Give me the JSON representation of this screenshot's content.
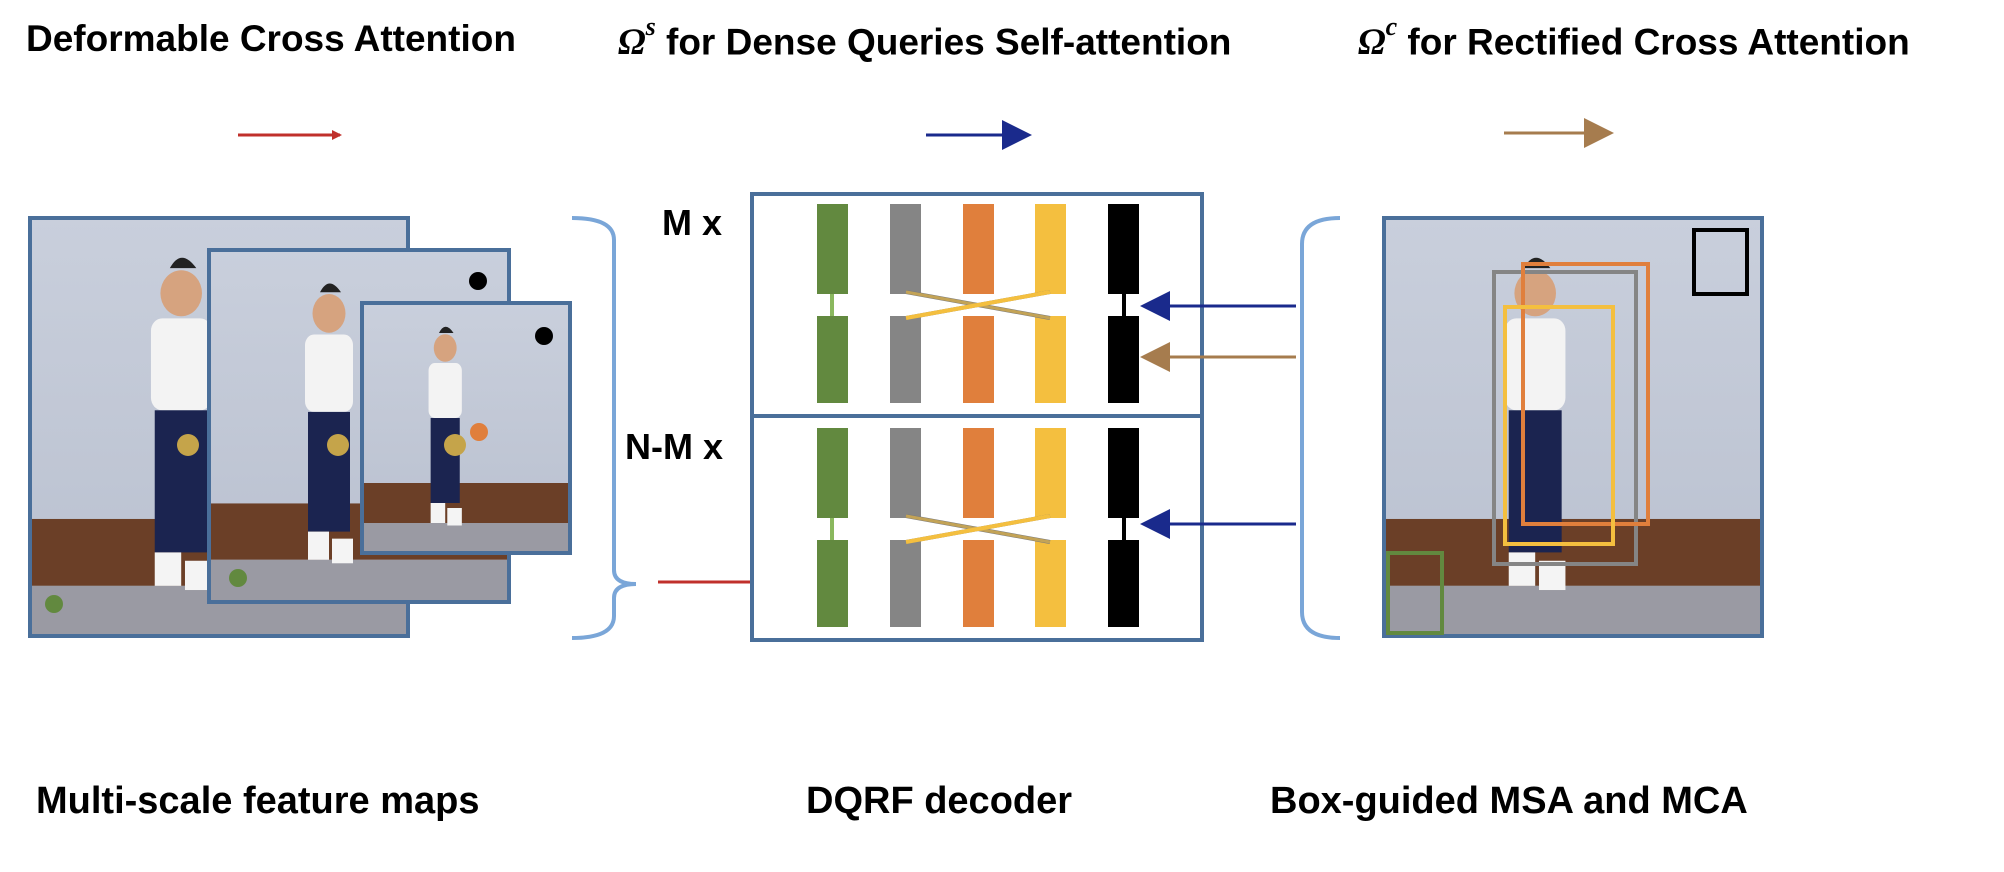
{
  "legend": {
    "deformable": "Deformable Cross Attention",
    "dense": {
      "symbol": "Ω",
      "sup": "s",
      "text": " for Dense Queries Self-attention"
    },
    "rectified": {
      "symbol": "Ω",
      "sup": "c",
      "text": " for Rectified Cross Attention"
    }
  },
  "decoder": {
    "top_label": "M x",
    "bottom_label": "N-M x"
  },
  "captions": {
    "left": "Multi-scale feature maps",
    "middle": "DQRF decoder",
    "right": "Box-guided MSA and MCA"
  },
  "colors": {
    "red_arrow": "#c0302b",
    "blue_arrow": "#1a2a8c",
    "tan_arrow": "#a67c4e",
    "frame": "#4a6f9a",
    "brace": "#7aa6d8",
    "green": "#62893f",
    "gray": "#858585",
    "orange": "#e07f3c",
    "yellow": "#f4bf3f",
    "black": "#000000"
  }
}
